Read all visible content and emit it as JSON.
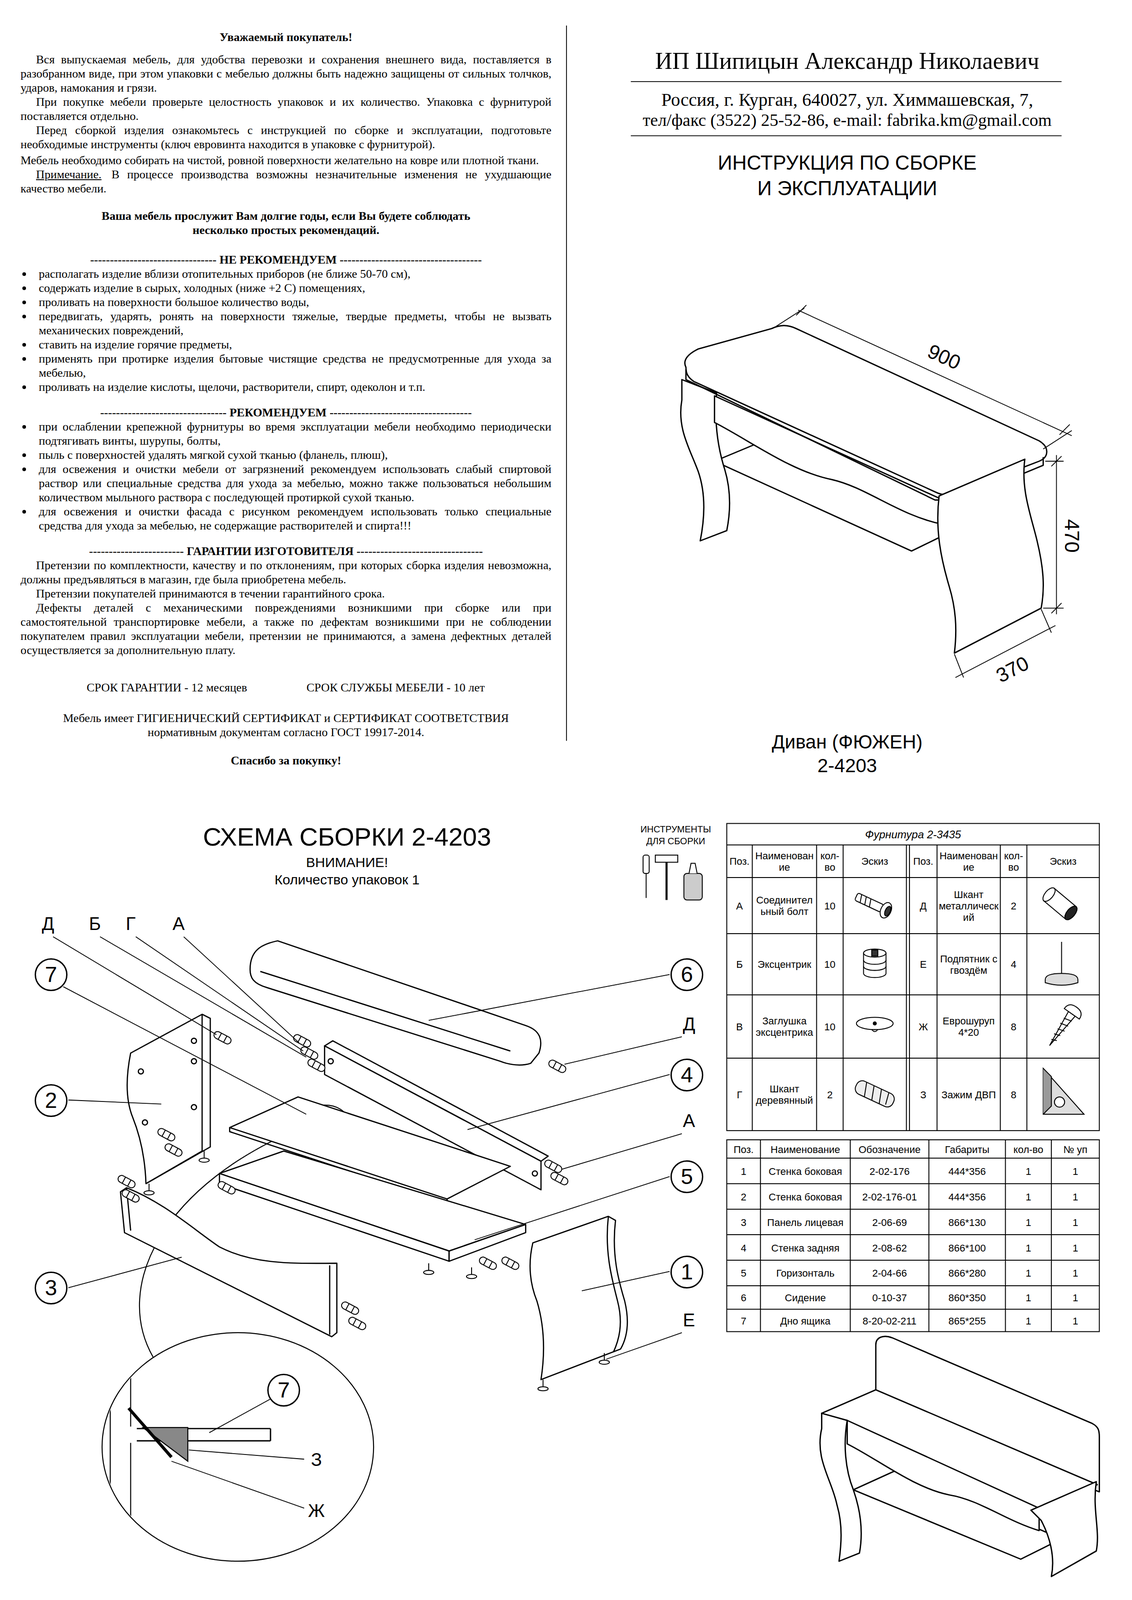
{
  "diagram": {
    "nodes": [
      {
        "text": [
          "7"
        ]
      },
      {
        "text": [
          "2"
        ]
      },
      {
        "text": [
          "3"
        ]
      },
      {
        "text": [
          "6"
        ]
      },
      {
        "text": [
          "4"
        ]
      },
      {
        "text": [
          "5"
        ]
      },
      {
        "text": [
          "1"
        ]
      },
      {
        "text": [
          "7"
        ]
      }
    ],
    "labels": [
      "Уважаемый покупатель!",
      "Вся выпускаемая мебель, для удобства перевозки и сохранения внешнего вида, поставляется в разобранном виде, при этом упаковки с мебелью должны быть надежно защищены от сильных толчков, ударов, намокания и грязи.",
      "При покупке мебели проверьте целостность упаковок и их количество. Упаковка с фурнитурой поставляется отдельно.",
      "Перед сборкой изделия ознакомьтесь с инструкцией по сборке и эксплуатации, подготовьте необходимые инструменты (ключ евровинта находится в упаковке с фурнитурой).",
      "Мебель необходимо собирать на чистой, ровной поверхности желательно на ковре или плотной ткани.",
      "Примечание.",
      "В процессе производства возможны незначительные изменения не ухудшающие качество мебели.",
      "Ваша мебель прослужит Вам долгие годы, если Вы будете соблюдать несколько простых рекомендаций.",
      "-------------------------------- НЕ РЕКОМЕНДУЕМ ------------------------------------",
      "располагать изделие вблизи отопительных приборов (не ближе 50-70 см),",
      "содержать изделие в сырых, холодных (ниже +2 С) помещениях,",
      "проливать на поверхности большое количество воды,",
      "передвигать, ударять, ронять на поверхности тяжелые, твердые предметы, чтобы не вызвать механических повреждений,",
      "ставить на изделие горячие предметы,",
      "применять при протирке изделия бытовые чистящие средства не предусмотренные для ухода за мебелью,",
      "проливать на изделие кислоты, щелочи, растворители, спирт, одеколон и т.п.",
      "-------------------------------- РЕКОМЕНДУЕМ ------------------------------------",
      "при ослаблении крепежной фурнитуры во время эксплуатации мебели необходимо периодически подтягивать винты, шурупы, болты,",
      "пыль с поверхностей удалять мягкой сухой тканью (фланель, плюш),",
      "для освежения и очистки мебели от загрязнений рекомендуем использовать слабый спиртовой раствор или специальные средства для ухода за мебелью, можно также пользоваться небольшим количеством мыльного раствора с последующей протиркой сухой тканью.",
      "для освежения и очистки фасада с рисунком рекомендуем использовать только специальные средства для ухода за мебелью, не содержащие растворителей и спирта!!!",
      "------------------------ ГАРАНТИИ ИЗГОТОВИТЕЛЯ --------------------------------",
      "Претензии по комплектности, качеству и по отклонениям, при которых сборка изделия невозможна, должны предъявляться в магазин, где была приобретена мебель.",
      "Претензии покупателей принимаются в течении гарантийного срока.",
      "Дефекты деталей с механическими повреждениями возникшими при сборке или при самостоятельной транспортировке мебели, а также по дефектам возникшими при не соблюдении покупателем правил эксплуатации мебели, претензии не принимаются, а замена дефектных деталей осуществляется за дополнительную плату.",
      "СРОК ГАРАНТИИ - 12 месяцев",
      "СРОК СЛУЖБЫ МЕБЕЛИ - 10 лет",
      "Мебель имеет ГИГИЕНИЧЕСКИЙ СЕРТИФИКАТ и СЕРТИФИКАТ СООТВЕТСТВИЯ нормативным документам согласно ГОСТ 19917-2014.",
      "Спасибо за покупку!",
      "ИП Шипицын Александр Николаевич",
      "Россия, г. Курган, 640027, ул. Химмашевская, 7,",
      "тел/факс (3522) 25-52-86, e-mail: fabrika.km@gmail.com",
      "ИНСТРУКЦИЯ ПО СБОРКЕ И ЭКСПЛУАТАЦИИ",
      "900",
      "470",
      "370",
      "Диван (ФЮЖЕН)",
      "2-4203",
      "СХЕМА СБОРКИ 2-4203",
      "ВНИМАНИЕ!",
      "Количество упаковок 1",
      "ИНСТРУМЕНТЫ ДЛЯ СБОРКИ",
      "Д",
      "Б",
      "Г",
      "А",
      "Д",
      "А",
      "Е",
      "З",
      "Ж",
      "Фурнитура 2-3435",
      "Поз.",
      "Наименование",
      "кол-во",
      "Эскиз",
      "Поз.",
      "Наименование",
      "кол-во",
      "Эскиз",
      "А",
      "Соединительный болт",
      "10",
      "Д",
      "Шкант металлический",
      "2",
      "Б",
      "Эксцентрик",
      "10",
      "Е",
      "Подпятник с гвоздём",
      "4",
      "В",
      "Заглушка эксцентрика",
      "10",
      "Ж",
      "Еврошуруп 4*20",
      "8",
      "Г",
      "Шкант деревянный",
      "2",
      "З",
      "Зажим ДВП",
      "8",
      "Поз.",
      "Наименование",
      "Обозначение",
      "Габариты",
      "кол-во",
      "№ уп",
      "1",
      "Стенка боковая",
      "2-02-176",
      "444*356",
      "1",
      "1",
      "2",
      "Стенка боковая",
      "2-02-176-01",
      "444*356",
      "1",
      "1",
      "3",
      "Панель лицевая",
      "2-06-69",
      "866*130",
      "1",
      "1",
      "4",
      "Стенка задняя",
      "2-08-62",
      "866*100",
      "1",
      "1",
      "5",
      "Горизонталь",
      "2-04-66",
      "866*280",
      "1",
      "1",
      "6",
      "Сидение",
      "0-10-37",
      "860*350",
      "1",
      "1",
      "7",
      "Дно ящика",
      "8-20-02-211",
      "865*255",
      "1",
      "1"
    ]
  }
}
